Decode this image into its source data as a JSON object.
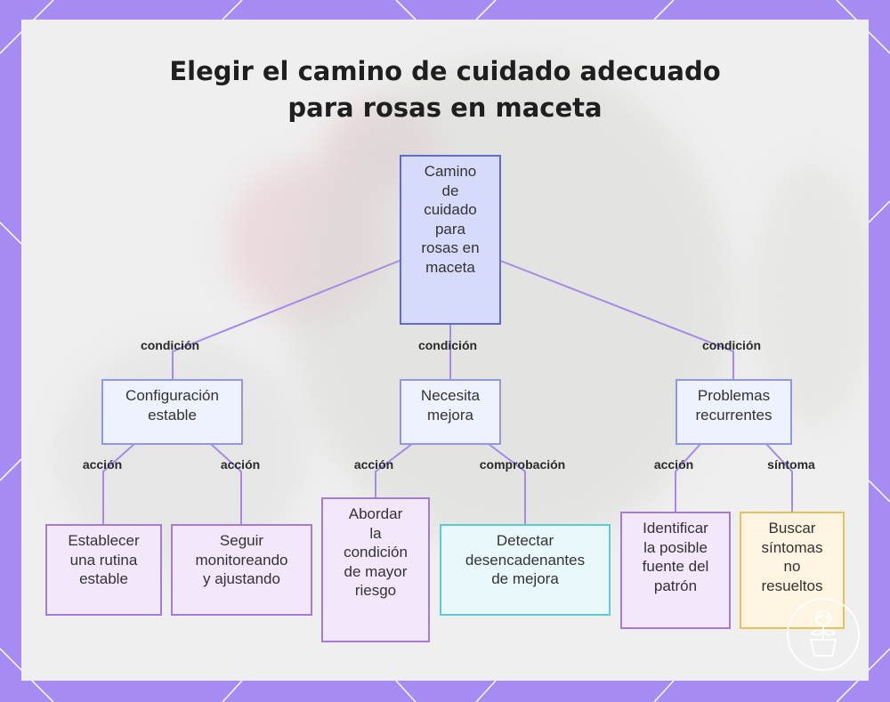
{
  "title": {
    "line1": "Elegir el camino de cuidado adecuado",
    "line2": "para rosas en maceta"
  },
  "root": {
    "lines": [
      "Camino",
      "de",
      "cuidado",
      "para",
      "rosas en",
      "maceta"
    ]
  },
  "branches": [
    {
      "edge_label": "condición",
      "lines": [
        "Configuración",
        "estable"
      ]
    },
    {
      "edge_label": "condición",
      "lines": [
        "Necesita",
        "mejora"
      ]
    },
    {
      "edge_label": "condición",
      "lines": [
        "Problemas",
        "recurrentes"
      ]
    }
  ],
  "leaves": [
    {
      "edge_label": "acción",
      "lines": [
        "Establecer",
        "una rutina",
        "estable"
      ]
    },
    {
      "edge_label": "acción",
      "lines": [
        "Seguir",
        "monitoreando",
        "y ajustando"
      ]
    },
    {
      "edge_label": "acción",
      "lines": [
        "Abordar",
        "la",
        "condición",
        "de mayor",
        "riesgo"
      ]
    },
    {
      "edge_label": "comprobación",
      "lines": [
        "Detectar",
        "desencadenantes",
        "de mejora"
      ]
    },
    {
      "edge_label": "acción",
      "lines": [
        "Identificar",
        "la posible",
        "fuente del",
        "patrón"
      ]
    },
    {
      "edge_label": "síntoma",
      "lines": [
        "Buscar",
        "síntomas",
        "no",
        "resueltos"
      ]
    }
  ],
  "colors": {
    "frame": "#a68bf2",
    "panel": "#efefef",
    "connector": "#a58be6",
    "root_fill": "#d7dbfb",
    "branch_fill": "#eef1fe",
    "leaf_purple_fill": "#f2e7fb",
    "leaf_cyan_fill": "#e9f8fa",
    "leaf_yellow_fill": "#fdf4e1"
  },
  "icons": {
    "corner_logo": "rose-pot-icon"
  }
}
